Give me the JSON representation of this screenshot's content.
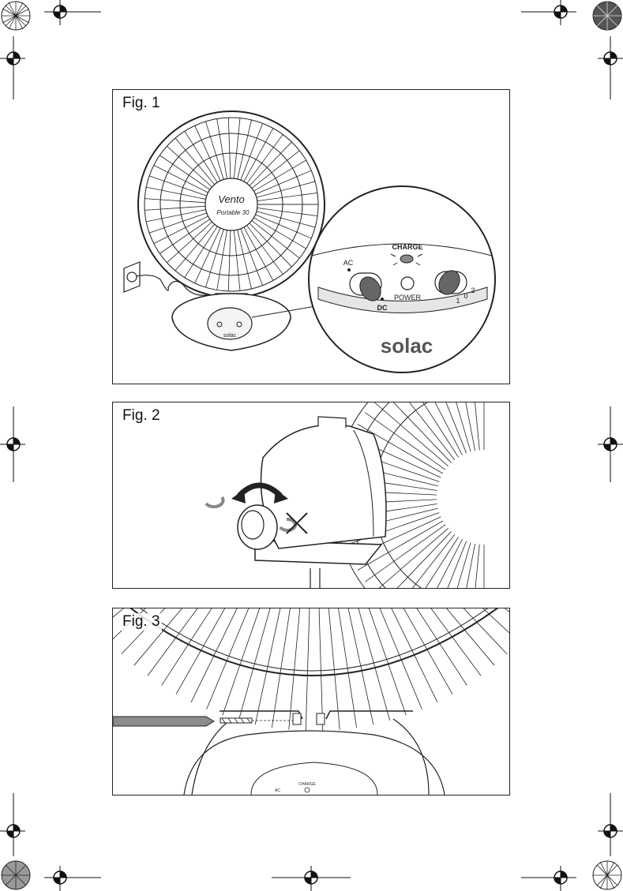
{
  "figures": [
    {
      "label": "Fig. 1",
      "fan_badge_line1": "Vento",
      "fan_badge_line2": "Portable 30",
      "panel": {
        "charge": "CHARGE",
        "ac": "AC",
        "dc": "DC",
        "power": "POWER",
        "speed_1": "1",
        "speed_0": "0",
        "speed_2": "2",
        "brand": "solac"
      },
      "base_brand": "solac"
    },
    {
      "label": "Fig. 2"
    },
    {
      "label": "Fig. 3",
      "base_ac": "AC",
      "base_charge": "CHARGE"
    }
  ],
  "colors": {
    "ink": "#1a1a1a",
    "panel_gray": "#e6e6e6",
    "screwdriver": "#8c8c8c"
  },
  "icons": [
    "registration-mark-icon",
    "color-bar-icon",
    "rotate-arrow-icon",
    "cross-icon"
  ]
}
